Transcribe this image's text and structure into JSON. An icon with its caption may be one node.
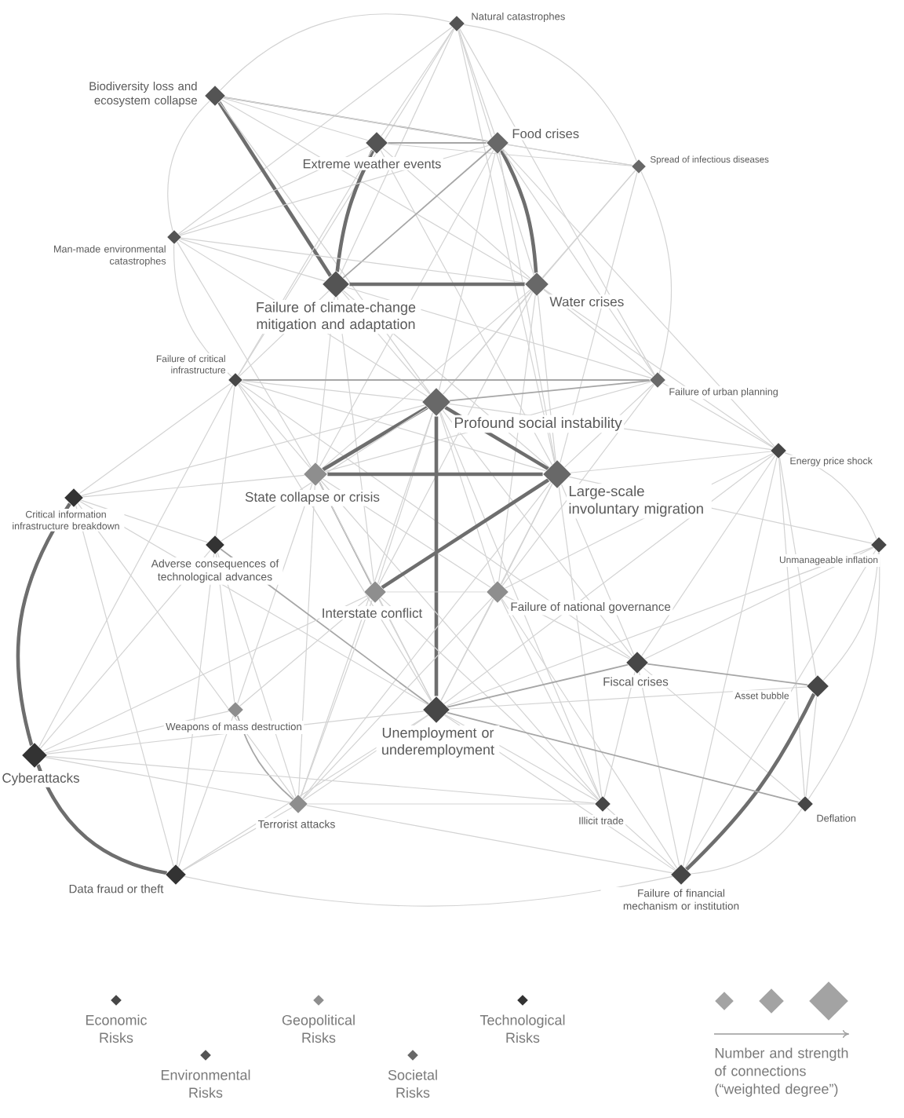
{
  "diagram": {
    "nodes": [
      {
        "text": [
          "Natural catastrophes"
        ]
      },
      {
        "text": [
          "Biodiversity loss and ecosystem collapse"
        ]
      },
      {
        "text": [
          "Extreme weather events"
        ]
      },
      {
        "text": [
          "Food crises"
        ]
      },
      {
        "text": [
          "Spread of infectious diseases"
        ]
      },
      {
        "text": [
          "Man-made environmental catastrophes"
        ]
      },
      {
        "text": [
          "Failure of climate-change mitigation and adaptation"
        ]
      },
      {
        "text": [
          "Water crises"
        ]
      },
      {
        "text": [
          "Failure of critical infrastructure"
        ]
      },
      {
        "text": [
          "Failure of urban planning"
        ]
      },
      {
        "text": [
          "Profound social instability"
        ]
      },
      {
        "text": [
          "State collapse or crisis"
        ]
      },
      {
        "text": [
          "Large-scale involuntary migration"
        ]
      },
      {
        "text": [
          "Energy price shock"
        ]
      },
      {
        "text": [
          "Critical information infrastructure breakdown"
        ]
      },
      {
        "text": [
          "Adverse consequences of technological advances"
        ]
      },
      {
        "text": [
          "Unmanageable inflation"
        ]
      },
      {
        "text": [
          "Interstate conflict"
        ]
      },
      {
        "text": [
          "Failure of national governance"
        ]
      },
      {
        "text": [
          "Fiscal crises"
        ]
      },
      {
        "text": [
          "Asset bubble"
        ]
      },
      {
        "text": [
          "Unemployment or underemployment"
        ]
      },
      {
        "text": [
          "Weapons of mass destruction"
        ]
      },
      {
        "text": [
          "Cyberattacks"
        ]
      },
      {
        "text": [
          "Terrorist attacks"
        ]
      },
      {
        "text": [
          "Illicit trade"
        ]
      },
      {
        "text": [
          "Deflation"
        ]
      },
      {
        "text": [
          "Data fraud or theft"
        ]
      },
      {
        "text": [
          "Failure of financial mechanism or institution"
        ]
      }
    ],
    "edges": [
      {
        "from": 0,
        "to": 1,
        "arrow": "none"
      },
      {
        "from": 0,
        "to": 2,
        "arrow": "none"
      },
      {
        "from": 0,
        "to": 3,
        "arrow": "none"
      },
      {
        "from": 0,
        "to": 4,
        "arrow": "none"
      },
      {
        "from": 0,
        "to": 5,
        "arrow": "none"
      },
      {
        "from": 0,
        "to": 6,
        "arrow": "none"
      },
      {
        "from": 0,
        "to": 7,
        "arrow": "none"
      },
      {
        "from": 0,
        "to": 8,
        "arrow": "none"
      },
      {
        "from": 0,
        "to": 9,
        "arrow": "none"
      },
      {
        "from": 0,
        "to": 12,
        "arrow": "none"
      },
      {
        "from": 1,
        "to": 2,
        "arrow": "none"
      },
      {
        "from": 1,
        "to": 3,
        "arrow": "none",
        "color": "#a6a6a6"
      },
      {
        "from": 1,
        "to": 4,
        "arrow": "none"
      },
      {
        "from": 1,
        "to": 5,
        "arrow": "none"
      },
      {
        "from": 1,
        "to": 6,
        "arrow": "none",
        "style": "thick",
        "color": "#6e6e6e"
      },
      {
        "from": 1,
        "to": 7,
        "arrow": "none"
      },
      {
        "from": 1,
        "to": 10,
        "arrow": "none"
      },
      {
        "from": 2,
        "to": 3,
        "arrow": "none",
        "color": "#a6a6a6"
      },
      {
        "from": 2,
        "to": 4,
        "arrow": "none"
      },
      {
        "from": 2,
        "to": 5,
        "arrow": "none"
      },
      {
        "from": 2,
        "to": 6,
        "arrow": "none",
        "style": "thick",
        "color": "#6e6e6e"
      },
      {
        "from": 2,
        "to": 7,
        "arrow": "none"
      },
      {
        "from": 2,
        "to": 8,
        "arrow": "none"
      },
      {
        "from": 2,
        "to": 12,
        "arrow": "none"
      },
      {
        "from": 3,
        "to": 4,
        "arrow": "none"
      },
      {
        "from": 3,
        "to": 5,
        "arrow": "none"
      },
      {
        "from": 3,
        "to": 6,
        "arrow": "none",
        "color": "#a6a6a6"
      },
      {
        "from": 3,
        "to": 7,
        "arrow": "none",
        "style": "thick",
        "color": "#6e6e6e"
      },
      {
        "from": 3,
        "to": 9,
        "arrow": "none"
      },
      {
        "from": 3,
        "to": 10,
        "arrow": "none"
      },
      {
        "from": 3,
        "to": 11,
        "arrow": "none"
      },
      {
        "from": 3,
        "to": 12,
        "arrow": "none"
      },
      {
        "from": 3,
        "to": 13,
        "arrow": "none"
      },
      {
        "from": 4,
        "to": 7,
        "arrow": "none"
      },
      {
        "from": 4,
        "to": 9,
        "arrow": "none"
      },
      {
        "from": 4,
        "to": 10,
        "arrow": "none"
      },
      {
        "from": 4,
        "to": 12,
        "arrow": "none"
      },
      {
        "from": 5,
        "to": 6,
        "arrow": "none"
      },
      {
        "from": 5,
        "to": 7,
        "arrow": "none"
      },
      {
        "from": 5,
        "to": 8,
        "arrow": "none"
      },
      {
        "from": 5,
        "to": 10,
        "arrow": "none"
      },
      {
        "from": 5,
        "to": 11,
        "arrow": "none"
      },
      {
        "from": 6,
        "to": 7,
        "arrow": "none",
        "style": "thick",
        "color": "#6e6e6e"
      },
      {
        "from": 6,
        "to": 8,
        "arrow": "none"
      },
      {
        "from": 6,
        "to": 9,
        "arrow": "none"
      },
      {
        "from": 6,
        "to": 10,
        "arrow": "none"
      },
      {
        "from": 6,
        "to": 11,
        "arrow": "none"
      },
      {
        "from": 6,
        "to": 12,
        "arrow": "none"
      },
      {
        "from": 6,
        "to": 17,
        "arrow": "none"
      },
      {
        "from": 7,
        "to": 9,
        "arrow": "none"
      },
      {
        "from": 7,
        "to": 10,
        "arrow": "none"
      },
      {
        "from": 7,
        "to": 11,
        "arrow": "none"
      },
      {
        "from": 7,
        "to": 12,
        "arrow": "none"
      },
      {
        "from": 7,
        "to": 13,
        "arrow": "none"
      },
      {
        "from": 7,
        "to": 17,
        "arrow": "none"
      },
      {
        "from": 7,
        "to": 18,
        "arrow": "none"
      },
      {
        "from": 8,
        "to": 9,
        "arrow": "none",
        "color": "#a6a6a6"
      },
      {
        "from": 8,
        "to": 10,
        "arrow": "none"
      },
      {
        "from": 8,
        "to": 11,
        "arrow": "none"
      },
      {
        "from": 8,
        "to": 12,
        "arrow": "none"
      },
      {
        "from": 8,
        "to": 14,
        "arrow": "none"
      },
      {
        "from": 8,
        "to": 15,
        "arrow": "none"
      },
      {
        "from": 8,
        "to": 19,
        "arrow": "none"
      },
      {
        "from": 8,
        "to": 21,
        "arrow": "none"
      },
      {
        "from": 8,
        "to": 23,
        "arrow": "none"
      },
      {
        "from": 9,
        "to": 10,
        "arrow": "none",
        "color": "#a6a6a6"
      },
      {
        "from": 9,
        "to": 11,
        "arrow": "none"
      },
      {
        "from": 9,
        "to": 12,
        "arrow": "none"
      },
      {
        "from": 9,
        "to": 13,
        "arrow": "none"
      },
      {
        "from": 9,
        "to": 18,
        "arrow": "none"
      },
      {
        "from": 10,
        "to": 11,
        "arrow": "none",
        "style": "thick",
        "color": "#6e6e6e"
      },
      {
        "from": 10,
        "to": 12,
        "arrow": "none",
        "style": "thick",
        "color": "#6e6e6e"
      },
      {
        "from": 10,
        "to": 13,
        "arrow": "none"
      },
      {
        "from": 10,
        "to": 14,
        "arrow": "none"
      },
      {
        "from": 10,
        "to": 15,
        "arrow": "none"
      },
      {
        "from": 10,
        "to": 17,
        "arrow": "none"
      },
      {
        "from": 10,
        "to": 18,
        "arrow": "none"
      },
      {
        "from": 10,
        "to": 19,
        "arrow": "none"
      },
      {
        "from": 10,
        "to": 21,
        "arrow": "none",
        "style": "thick",
        "color": "#6e6e6e"
      },
      {
        "from": 10,
        "to": 24,
        "arrow": "none"
      },
      {
        "from": 10,
        "to": 25,
        "arrow": "none"
      },
      {
        "from": 11,
        "to": 12,
        "arrow": "none",
        "style": "thick",
        "color": "#6e6e6e"
      },
      {
        "from": 11,
        "to": 14,
        "arrow": "none"
      },
      {
        "from": 11,
        "to": 17,
        "arrow": "none",
        "color": "#a6a6a6"
      },
      {
        "from": 11,
        "to": 18,
        "arrow": "none"
      },
      {
        "from": 11,
        "to": 21,
        "arrow": "none"
      },
      {
        "from": 11,
        "to": 22,
        "arrow": "none"
      },
      {
        "from": 11,
        "to": 24,
        "arrow": "none"
      },
      {
        "from": 11,
        "to": 25,
        "arrow": "none"
      },
      {
        "from": 12,
        "to": 13,
        "arrow": "none"
      },
      {
        "from": 12,
        "to": 16,
        "arrow": "none"
      },
      {
        "from": 12,
        "to": 17,
        "arrow": "none",
        "style": "thick",
        "color": "#6e6e6e"
      },
      {
        "from": 12,
        "to": 18,
        "arrow": "none"
      },
      {
        "from": 12,
        "to": 19,
        "arrow": "none"
      },
      {
        "from": 12,
        "to": 21,
        "arrow": "none"
      },
      {
        "from": 12,
        "to": 24,
        "arrow": "none"
      },
      {
        "from": 12,
        "to": 25,
        "arrow": "none"
      },
      {
        "from": 13,
        "to": 16,
        "arrow": "none"
      },
      {
        "from": 13,
        "to": 18,
        "arrow": "none"
      },
      {
        "from": 13,
        "to": 19,
        "arrow": "none"
      },
      {
        "from": 13,
        "to": 20,
        "arrow": "none"
      },
      {
        "from": 13,
        "to": 21,
        "arrow": "none"
      },
      {
        "from": 13,
        "to": 26,
        "arrow": "none"
      },
      {
        "from": 13,
        "to": 28,
        "arrow": "none"
      },
      {
        "from": 14,
        "to": 15,
        "arrow": "none"
      },
      {
        "from": 14,
        "to": 21,
        "arrow": "none"
      },
      {
        "from": 14,
        "to": 23,
        "arrow": "none",
        "style": "thick",
        "color": "#6e6e6e"
      },
      {
        "from": 14,
        "to": 24,
        "arrow": "none"
      },
      {
        "from": 14,
        "to": 27,
        "arrow": "none"
      },
      {
        "from": 15,
        "to": 21,
        "arrow": "none",
        "color": "#a6a6a6"
      },
      {
        "from": 15,
        "to": 22,
        "arrow": "none"
      },
      {
        "from": 15,
        "to": 23,
        "arrow": "none"
      },
      {
        "from": 15,
        "to": 24,
        "arrow": "none"
      },
      {
        "from": 15,
        "to": 27,
        "arrow": "none"
      },
      {
        "from": 16,
        "to": 19,
        "arrow": "none"
      },
      {
        "from": 16,
        "to": 20,
        "arrow": "none"
      },
      {
        "from": 16,
        "to": 21,
        "arrow": "none"
      },
      {
        "from": 16,
        "to": 26,
        "arrow": "none"
      },
      {
        "from": 16,
        "to": 28,
        "arrow": "none"
      },
      {
        "from": 17,
        "to": 18,
        "arrow": "none"
      },
      {
        "from": 17,
        "to": 21,
        "arrow": "none"
      },
      {
        "from": 17,
        "to": 22,
        "arrow": "none"
      },
      {
        "from": 17,
        "to": 23,
        "arrow": "none"
      },
      {
        "from": 17,
        "to": 24,
        "arrow": "none"
      },
      {
        "from": 17,
        "to": 25,
        "arrow": "none"
      },
      {
        "from": 18,
        "to": 19,
        "arrow": "none"
      },
      {
        "from": 18,
        "to": 21,
        "arrow": "none"
      },
      {
        "from": 18,
        "to": 24,
        "arrow": "none"
      },
      {
        "from": 18,
        "to": 25,
        "arrow": "none"
      },
      {
        "from": 18,
        "to": 28,
        "arrow": "none"
      },
      {
        "from": 19,
        "to": 20,
        "arrow": "none",
        "color": "#a6a6a6"
      },
      {
        "from": 19,
        "to": 21,
        "arrow": "none",
        "color": "#a6a6a6"
      },
      {
        "from": 19,
        "to": 25,
        "arrow": "none"
      },
      {
        "from": 19,
        "to": 26,
        "arrow": "none"
      },
      {
        "from": 19,
        "to": 28,
        "arrow": "none"
      },
      {
        "from": 20,
        "to": 21,
        "arrow": "none"
      },
      {
        "from": 20,
        "to": 26,
        "arrow": "none"
      },
      {
        "from": 20,
        "to": 28,
        "arrow": "none",
        "style": "thick",
        "color": "#6e6e6e"
      },
      {
        "from": 21,
        "to": 23,
        "arrow": "none"
      },
      {
        "from": 21,
        "to": 24,
        "arrow": "none"
      },
      {
        "from": 21,
        "to": 25,
        "arrow": "none"
      },
      {
        "from": 21,
        "to": 26,
        "arrow": "none",
        "color": "#a6a6a6"
      },
      {
        "from": 21,
        "to": 27,
        "arrow": "none"
      },
      {
        "from": 21,
        "to": 28,
        "arrow": "none"
      },
      {
        "from": 22,
        "to": 23,
        "arrow": "none"
      },
      {
        "from": 22,
        "to": 24,
        "arrow": "none",
        "color": "#a6a6a6"
      },
      {
        "from": 22,
        "to": 27,
        "arrow": "none"
      },
      {
        "from": 23,
        "to": 24,
        "arrow": "none"
      },
      {
        "from": 23,
        "to": 25,
        "arrow": "none"
      },
      {
        "from": 23,
        "to": 27,
        "arrow": "none",
        "style": "thick",
        "color": "#6e6e6e"
      },
      {
        "from": 24,
        "to": 25,
        "arrow": "none"
      },
      {
        "from": 24,
        "to": 27,
        "arrow": "none"
      },
      {
        "from": 24,
        "to": 28,
        "arrow": "none"
      },
      {
        "from": 25,
        "to": 28,
        "arrow": "none"
      },
      {
        "from": 26,
        "to": 28,
        "arrow": "none"
      },
      {
        "from": 27,
        "to": 28,
        "arrow": "none"
      }
    ],
    "legend": [
      {
        "text": "Economic Risks",
        "color": "#474747"
      },
      {
        "text": "Environmental Risks",
        "color": "#545454"
      },
      {
        "text": "Geopolitical Risks",
        "color": "#8e8e8e"
      },
      {
        "text": "Societal Risks",
        "color": "#686868"
      },
      {
        "text": "Technological Risks",
        "color": "#333333"
      },
      {
        "text": "Number and strength of connections (“weighted degree”)"
      }
    ]
  }
}
